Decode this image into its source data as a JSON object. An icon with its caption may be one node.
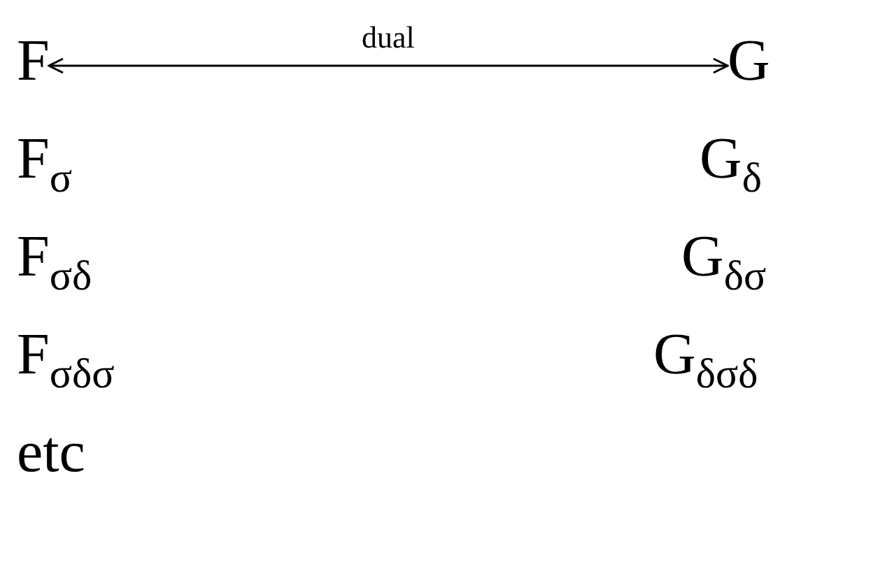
{
  "diagram": {
    "nodes": [
      {
        "text": [
          "F"
        ]
      },
      {
        "text": [
          "G"
        ]
      }
    ],
    "edges": [
      {
        "from": 0,
        "to": 1,
        "arrow": "both",
        "label": "dual"
      }
    ],
    "labels": [
      "F$_{σ}$",
      "G$_{δ}$",
      "F$_{σδ}$",
      "G$_{δσ}$",
      "F$_{σδσ}$",
      "G$_{δσδ}$",
      "etc"
    ]
  }
}
